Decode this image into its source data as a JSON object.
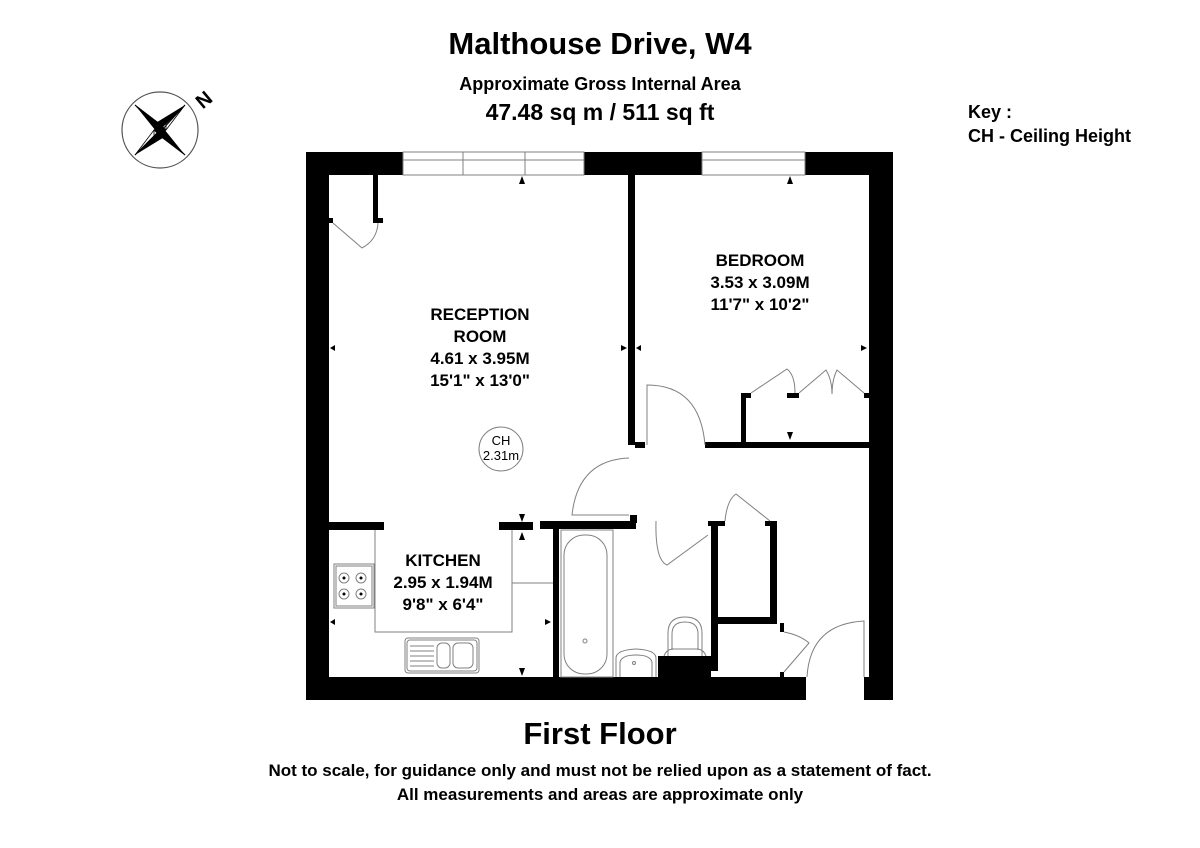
{
  "header": {
    "title": "Malthouse Drive, W4",
    "subtitle": "Approximate Gross Internal Area",
    "area": "47.48 sq m /  511 sq ft"
  },
  "compass": {
    "label": "N",
    "icon": "compass-rose-icon"
  },
  "key": {
    "heading": "Key :",
    "items": [
      {
        "abbr": "CH",
        "text": "CH - Ceiling Height"
      }
    ]
  },
  "rooms": {
    "reception": {
      "name_line1": "RECEPTION",
      "name_line2": "ROOM",
      "metric": "4.61 x 3.95M",
      "imperial": "15'1\" x 13'0\""
    },
    "bedroom": {
      "name": "BEDROOM",
      "metric": "3.53 x 3.09M",
      "imperial": "11'7\" x 10'2\""
    },
    "kitchen": {
      "name": "KITCHEN",
      "metric": "2.95 x 1.94M",
      "imperial": "9'8\" x 6'4\""
    }
  },
  "ceiling_height": {
    "label": "CH",
    "value": "2.31m"
  },
  "footer": {
    "floor": "First Floor",
    "disclaimer_line1": "Not to scale, for guidance only and must not be relied upon as a statement of fact.",
    "disclaimer_line2": "All measurements and areas are approximate only"
  },
  "colors": {
    "wall": "#000000",
    "fixture_line": "#808080",
    "background": "#ffffff"
  }
}
